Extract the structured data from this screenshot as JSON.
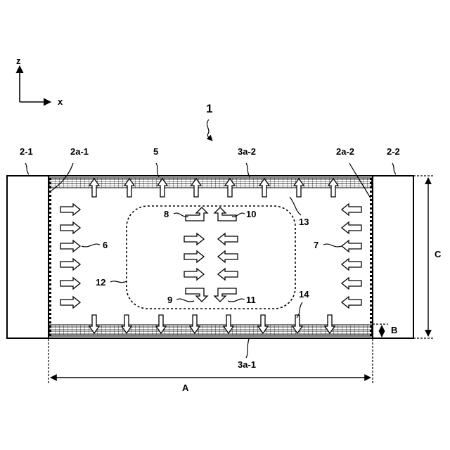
{
  "figure": {
    "number": "1",
    "axes": {
      "z": "z",
      "x": "x"
    },
    "labels": {
      "electrode_left": "2-1",
      "electrode_right": "2-2",
      "surface_left": "2a-1",
      "surface_right": "2a-2",
      "ref_5": "5",
      "top_layer": "3a-2",
      "bottom_layer": "3a-1",
      "ref_6": "6",
      "ref_7": "7",
      "ref_8": "8",
      "ref_9": "9",
      "ref_10": "10",
      "ref_11": "11",
      "ref_12": "12",
      "ref_13": "13",
      "ref_14": "14"
    },
    "dimensions": {
      "A": "A",
      "B": "B",
      "C": "C"
    }
  }
}
